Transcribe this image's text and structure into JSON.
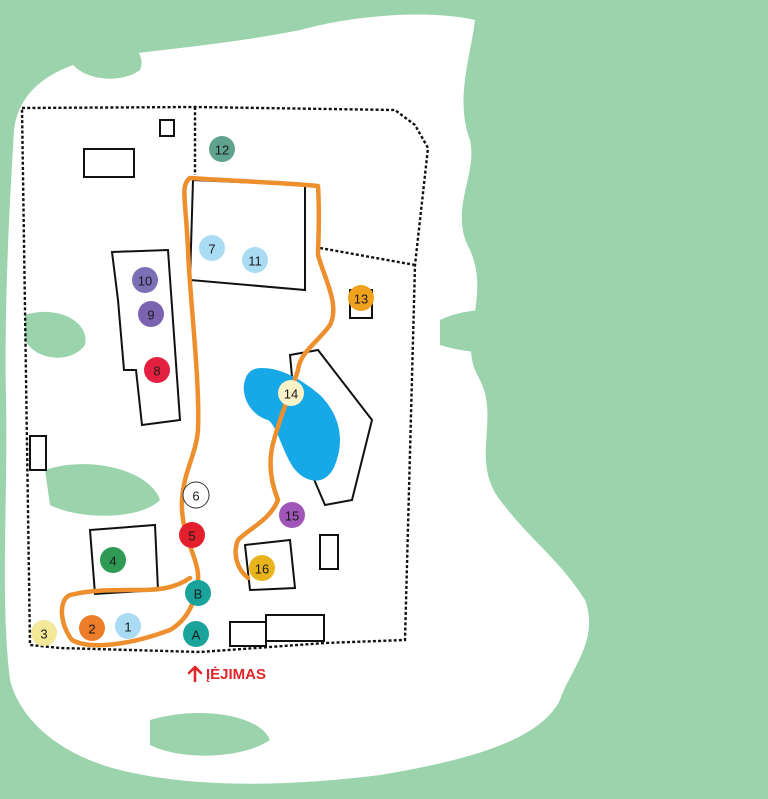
{
  "colors": {
    "background": "#9bd3ad",
    "ground": "#ffffff",
    "route": "#ee8f2d",
    "pond": "#17a8e8",
    "entrance": "#e0262b"
  },
  "markers": [
    {
      "label": "1",
      "color": "#a9dcf3"
    },
    {
      "label": "2",
      "color": "#ee7d2a"
    },
    {
      "label": "3",
      "color": "#f4e999"
    },
    {
      "label": "4",
      "color": "#2e9a55"
    },
    {
      "label": "5",
      "color": "#e31e2d"
    },
    {
      "label": "6",
      "color": "#ffffff"
    },
    {
      "label": "7",
      "color": "#a9dcf3"
    },
    {
      "label": "8",
      "color": "#e3203f"
    },
    {
      "label": "9",
      "color": "#7b63b0"
    },
    {
      "label": "10",
      "color": "#7b70b5"
    },
    {
      "label": "11",
      "color": "#a9dcf3"
    },
    {
      "label": "12",
      "color": "#5fa38f"
    },
    {
      "label": "13",
      "color": "#f0a21f"
    },
    {
      "label": "14",
      "color": "#fbf2c8"
    },
    {
      "label": "15",
      "color": "#a055b8"
    },
    {
      "label": "16",
      "color": "#e8b41e"
    },
    {
      "label": "A",
      "color": "#1aa39a"
    },
    {
      "label": "B",
      "color": "#1aa39a"
    }
  ],
  "entrance": {
    "label": "ĮĖJIMAS",
    "icon": "arrow-up-icon"
  }
}
